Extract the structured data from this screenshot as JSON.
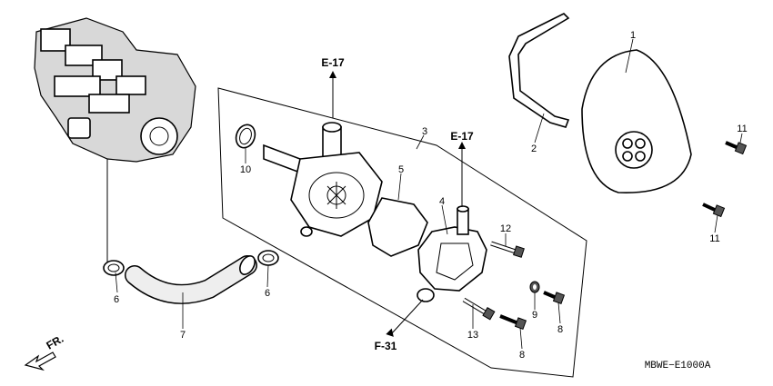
{
  "diagram": {
    "part_numbers": {
      "p1": "1",
      "p2": "2",
      "p3": "3",
      "p4": "4",
      "p5": "5",
      "p6a": "6",
      "p6b": "6",
      "p7": "7",
      "p8a": "8",
      "p8b": "8",
      "p9": "9",
      "p10": "10",
      "p11a": "11",
      "p11b": "11",
      "p12": "12",
      "p13": "13"
    },
    "references": {
      "e17_left": "E-17",
      "e17_right": "E-17",
      "f31": "F-31"
    },
    "direction_label": "FR.",
    "drawing_code": "MBWE−E1000A"
  }
}
